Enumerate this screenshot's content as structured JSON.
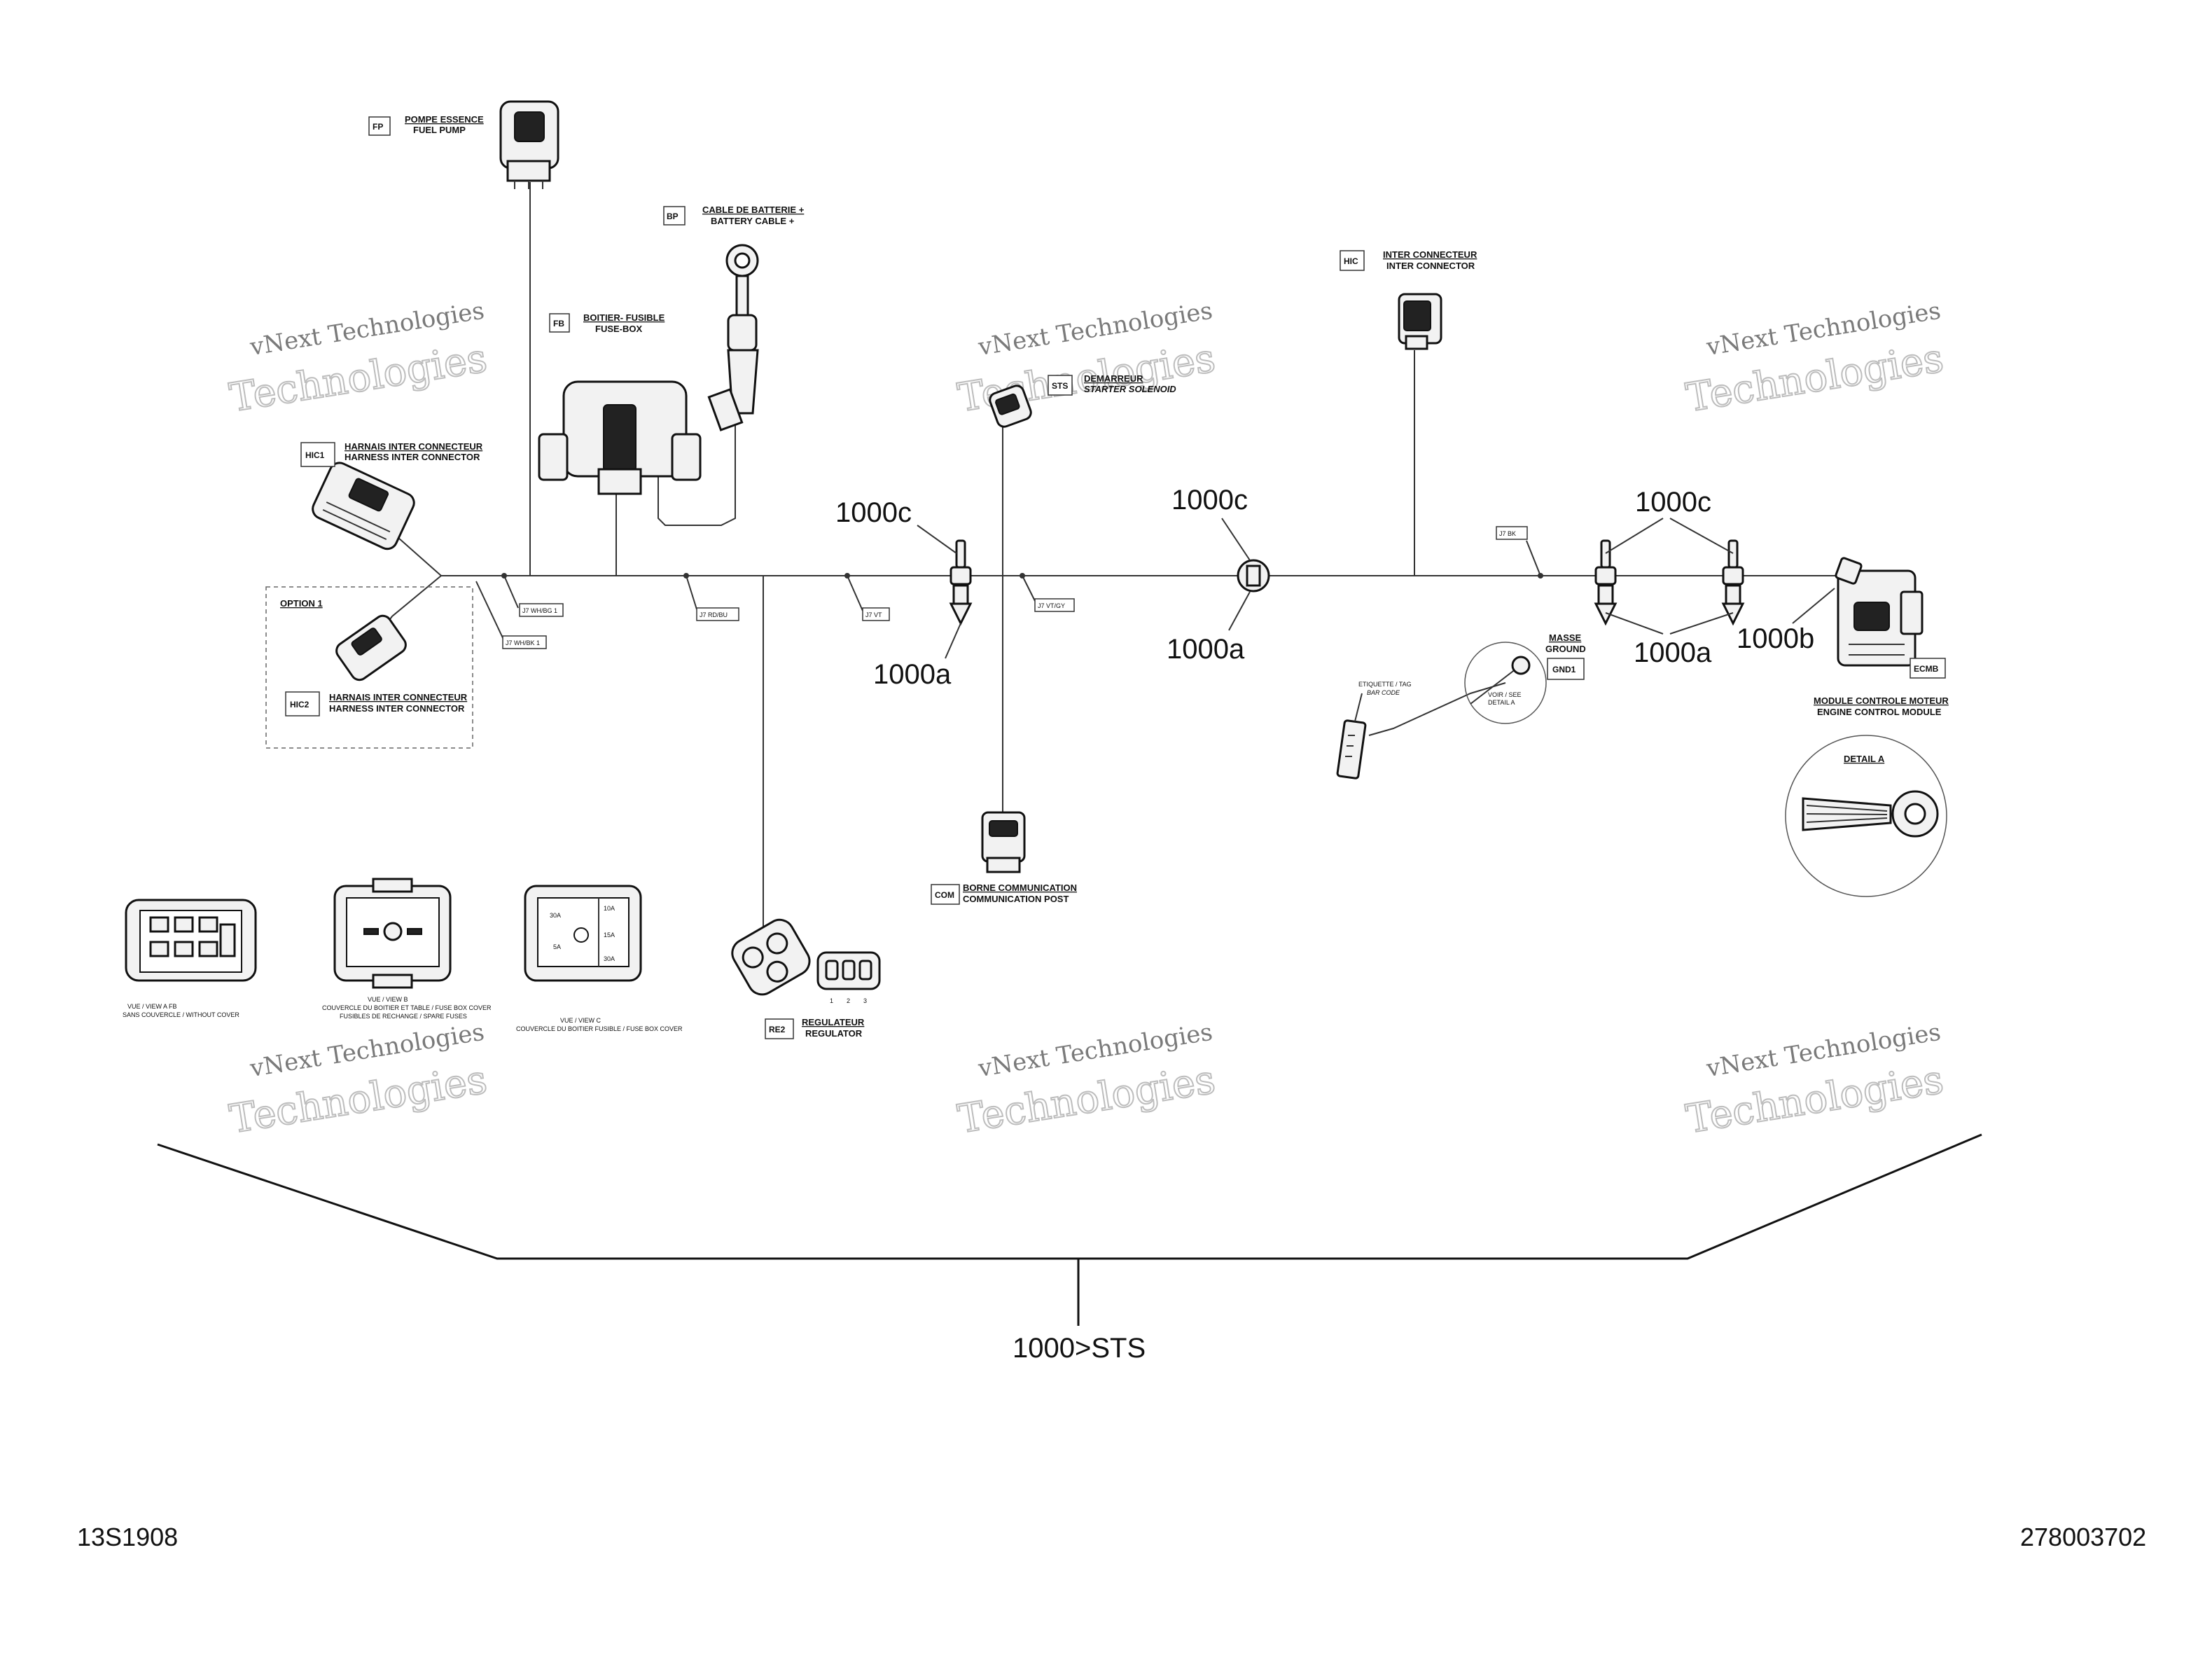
{
  "watermark": {
    "line1": "vNext Technologies",
    "line2": "Technologies"
  },
  "components": {
    "fp": {
      "code": "FP",
      "line1": "POMPE ESSENCE",
      "line2": "FUEL PUMP"
    },
    "bp": {
      "code": "BP",
      "line1": "CABLE DE BATTERIE +",
      "line2": "BATTERY CABLE +"
    },
    "fb": {
      "code": "FB",
      "line1": "BOITIER- FUSIBLE",
      "line2": "FUSE-BOX"
    },
    "hic": {
      "code": "HIC",
      "line1": "INTER CONNECTEUR",
      "line2": "INTER CONNECTOR"
    },
    "sts": {
      "code": "STS",
      "line1": "DEMARREUR",
      "line2": "STARTER SOLENOID"
    },
    "hic1": {
      "code": "HIC1",
      "line1": "HARNAIS INTER CONNECTEUR",
      "line2": "HARNESS INTER CONNECTOR"
    },
    "hic2": {
      "code": "HIC2",
      "line1": "HARNAIS INTER CONNECTEUR",
      "line2": "HARNESS INTER CONNECTOR"
    },
    "gnd1": {
      "code": "GND1",
      "line1": "MASSE",
      "line2": "GROUND"
    },
    "ecmb": {
      "code": "ECMB",
      "line1": "MODULE CONTROLE MOTEUR",
      "line2": "ENGINE CONTROL MODULE"
    },
    "com": {
      "code": "COM",
      "line1": "BORNE COMMUNICATION",
      "line2": "COMMUNICATION POST"
    },
    "re2": {
      "code": "RE2",
      "line1": "REGULATEUR",
      "line2": "REGULATOR"
    }
  },
  "option": "OPTION 1",
  "detail_a": "DETAIL A",
  "tag": {
    "line1": "ETIQUETTE / TAG",
    "line2": "BAR CODE"
  },
  "tag_detail": {
    "line1": "VOIR / SEE",
    "line2": "DETAIL A"
  },
  "wire_tags": {
    "t1": "J7 WH/BG 1",
    "t2": "J7 WH/BK 1",
    "t3": "J7 RD/BU",
    "t4": "J7 VT",
    "t5": "J7 VT/GY",
    "t6": "J7 BK"
  },
  "callouts": {
    "c1": "1000c",
    "c2": "1000c",
    "c3": "1000c",
    "a1": "1000a",
    "a2": "1000a",
    "a3": "1000a",
    "b1": "1000b"
  },
  "views": {
    "a": {
      "title": "VUE / VIEW A    FB",
      "sub": "SANS COUVERCLE / WITHOUT COVER"
    },
    "b": {
      "title": "VUE / VIEW B",
      "sub1": "COUVERCLE DU BOITIER ET TABLE / FUSE BOX COVER",
      "sub2": "FUSIBLES DE RECHANGE / SPARE FUSES"
    },
    "c": {
      "title": "VUE / VIEW C",
      "sub": "COUVERCLE DU BOITIER FUSIBLE / FUSE BOX COVER"
    }
  },
  "fuses": {
    "f1": "10A",
    "f2": "30A",
    "f3": "15A",
    "f4": "5A",
    "f5": "30A"
  },
  "pins": {
    "p1": "1",
    "p2": "2",
    "p3": "3"
  },
  "assembly": "1000>STS",
  "corners": {
    "left": "13S1908",
    "right": "278003702"
  }
}
